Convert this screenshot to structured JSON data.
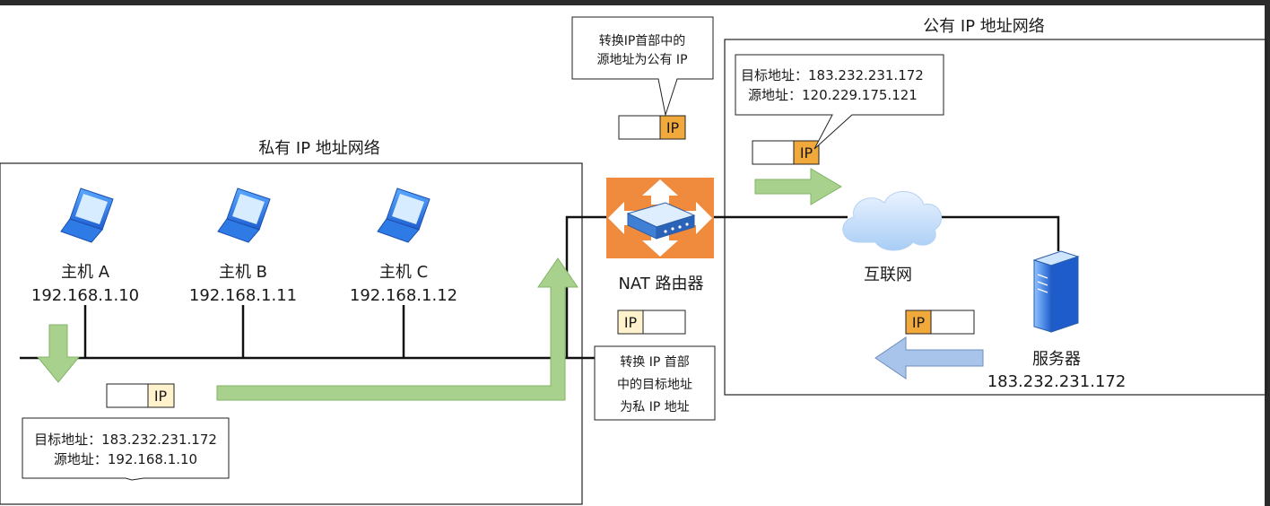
{
  "zones": {
    "private_label": "私有 IP 地址网络",
    "public_label": "公有 IP 地址网络"
  },
  "hosts": [
    {
      "name": "主机 A",
      "ip": "192.168.1.10"
    },
    {
      "name": "主机 B",
      "ip": "192.168.1.11"
    },
    {
      "name": "主机 C",
      "ip": "192.168.1.12"
    }
  ],
  "router": {
    "label": "NAT 路由器"
  },
  "internet": {
    "label": "互联网"
  },
  "server": {
    "name": "服务器",
    "ip": "183.232.231.172"
  },
  "packet": {
    "tag": "IP"
  },
  "notes": {
    "top_line1": "转换IP首部中的",
    "top_line2": "源地址为公有 IP",
    "public_dst": "目标地址：183.232.231.172",
    "public_src": "源地址：120.229.175.121",
    "private_dst": "目标地址：183.232.231.172",
    "private_src": "源地址：192.168.1.10",
    "return_line1": "转换 IP 首部",
    "return_line2": "中的目标地址",
    "return_line3": "为私 IP 地址"
  },
  "colors": {
    "arrow_green": "#a9d18e",
    "arrow_green_stroke": "#82b366",
    "arrow_blue": "#a9c4eb",
    "arrow_blue_stroke": "#6c8ebf",
    "ip_orange": "#f2a93b",
    "ip_light": "#fff2cc",
    "router_orange": "#f08a3c"
  }
}
